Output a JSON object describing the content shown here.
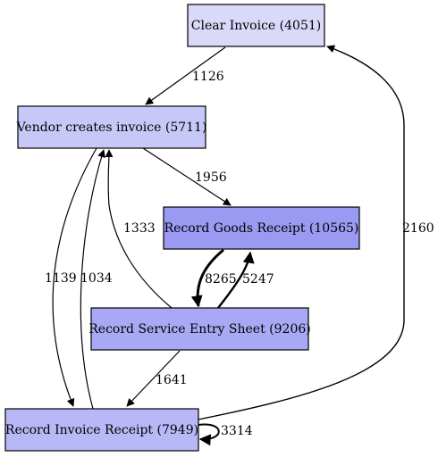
{
  "nodes": {
    "clear_invoice": {
      "label": "Clear Invoice (4051)",
      "fill": "#d9d9fa"
    },
    "vendor_invoice": {
      "label": "Vendor creates invoice (5711)",
      "fill": "#c8c8f8"
    },
    "goods_receipt": {
      "label": "Record Goods Receipt (10565)",
      "fill": "#9a9af2"
    },
    "service_entry": {
      "label": "Record Service Entry Sheet (9206)",
      "fill": "#a8a8f4"
    },
    "invoice_receipt": {
      "label": "Record Invoice Receipt (7949)",
      "fill": "#b8b8f6"
    }
  },
  "edges": {
    "clear_to_vendor": {
      "label": "1126"
    },
    "vendor_to_goods": {
      "label": "1956"
    },
    "service_to_vendor": {
      "label": "1333"
    },
    "vendor_to_invoice": {
      "label": "1139"
    },
    "invoice_to_vendor": {
      "label": "1034"
    },
    "goods_to_service": {
      "label": "8265"
    },
    "service_to_goods": {
      "label": "5247"
    },
    "invoice_to_clear": {
      "label": "2160"
    },
    "service_to_invoice": {
      "label": "1641"
    },
    "invoice_self": {
      "label": "3314"
    }
  },
  "colors": {
    "stroke": "#000000",
    "background": "#ffffff"
  }
}
